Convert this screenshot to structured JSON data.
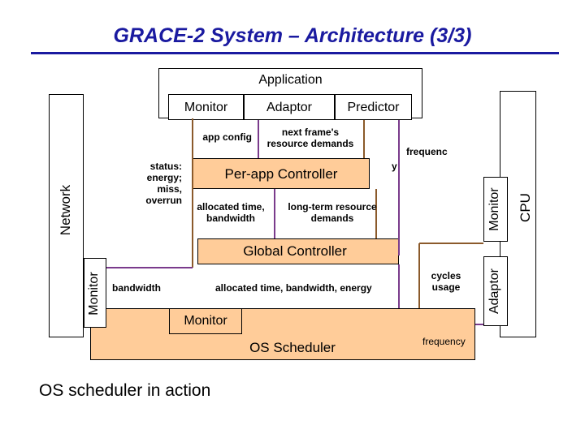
{
  "title": "GRACE-2 System – Architecture (3/3)",
  "boxes": {
    "application": "Application",
    "app_monitor": "Monitor",
    "app_adaptor": "Adaptor",
    "app_predictor": "Predictor",
    "per_app_controller": "Per-app Controller",
    "global_controller": "Global Controller",
    "os_scheduler": "OS Scheduler",
    "os_monitor": "Monitor",
    "network": "Network",
    "network_monitor": "Monitor",
    "cpu": "CPU",
    "cpu_monitor": "Monitor",
    "cpu_adaptor": "Adaptor"
  },
  "labels": {
    "app_config": "app config",
    "next_frame_demands": "next frame's resource demands",
    "frequency_top_1": "frequenc",
    "frequency_top_2": "y",
    "status": "status: energy; miss, overrun",
    "allocated_time_bandwidth": "allocated time, bandwidth",
    "long_term_demands": "long-term resource demands",
    "bandwidth": "bandwidth",
    "allocated_all": "allocated time, bandwidth, energy",
    "cycles_usage": "cycles usage",
    "frequency_bottom": "frequency"
  },
  "caption": "OS scheduler in action"
}
